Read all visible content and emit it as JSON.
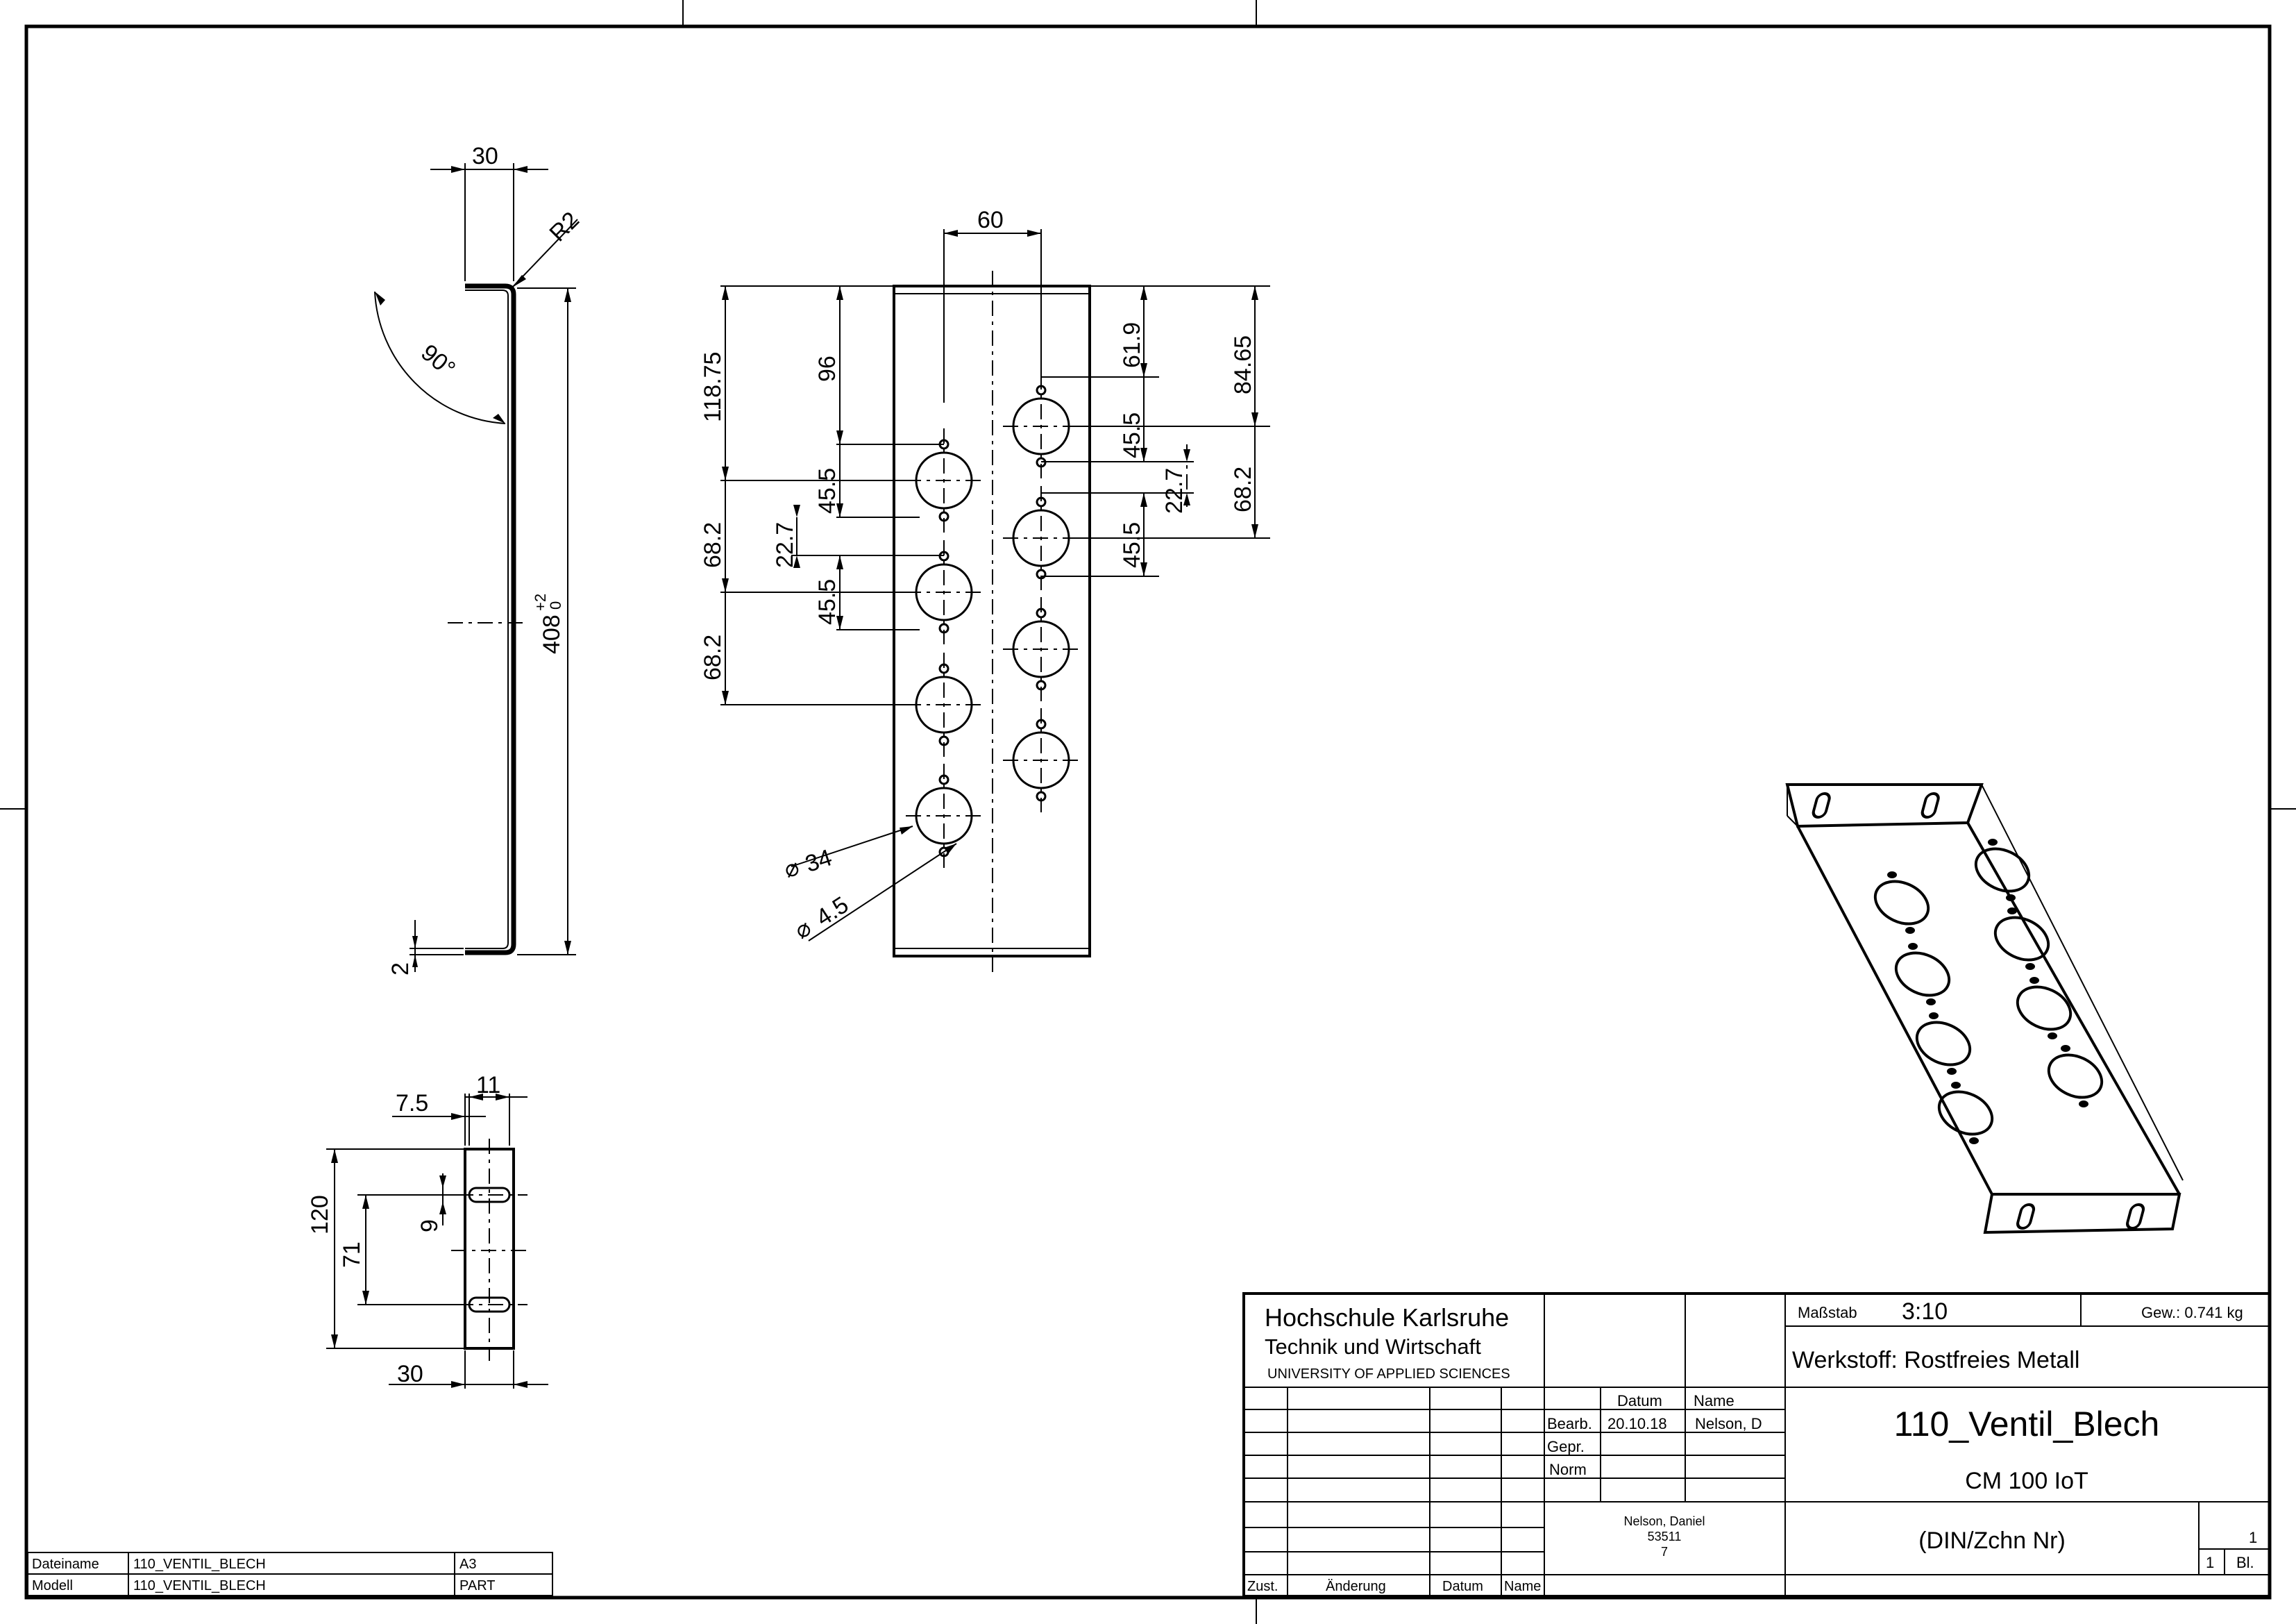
{
  "dimensions": {
    "side_top_width": "30",
    "side_radius": "R2",
    "side_angle": "90°",
    "side_height": "408",
    "side_height_tol_upper": "+2",
    "side_height_tol_lower": "0",
    "side_thickness": "2",
    "front_hole_spacing_x": "60",
    "front_left_first": "118.75",
    "front_left_96": "96",
    "front_left_45_a": "45.5",
    "front_left_68_a": "68.2",
    "front_left_22": "22.7",
    "front_left_45_b": "45.5",
    "front_left_68_b": "68.2",
    "front_right_61": "61.9",
    "front_right_84": "84.65",
    "front_right_45_a": "45.5",
    "front_right_22": "22.7",
    "front_right_68": "68.2",
    "front_right_45_b": "45.5",
    "hole_diameter": "34",
    "small_hole_diameter": "4.5",
    "end_slot_offset": "7.5",
    "end_slot_width": "11",
    "end_height": "120",
    "end_slot_length": "9",
    "end_slot_spacing": "71",
    "end_width": "30"
  },
  "file_info": {
    "dateiname_label": "Dateiname",
    "dateiname_value": "110_VENTIL_BLECH",
    "format": "A3",
    "modell_label": "Modell",
    "modell_value": "110_VENTIL_BLECH",
    "type": "PART"
  },
  "title_block": {
    "school_line1": "Hochschule Karlsruhe",
    "school_line2": "Technik und Wirtschaft",
    "school_line3": "UNIVERSITY OF APPLIED SCIENCES",
    "scale_label": "Maßstab",
    "scale_value": "3:10",
    "weight": "Gew.: 0.741 kg",
    "material": "Werkstoff: Rostfreies Metall",
    "col_datum": "Datum",
    "col_name": "Name",
    "row_bearb": "Bearb.",
    "bearb_date": "20.10.18",
    "bearb_name": "Nelson, D",
    "row_gepr": "Gepr.",
    "row_norm": "Norm",
    "author_name": "Nelson, Daniel",
    "author_id": "53511",
    "author_num": "7",
    "title": "110_Ventil_Blech",
    "subtitle": "CM 100 IoT",
    "drawing_no": "(DIN/Zchn Nr)",
    "sheet_no": "1",
    "sheet_count": "1",
    "sheet_label": "Bl.",
    "rev_zust": "Zust.",
    "rev_aenderung": "Änderung",
    "rev_datum": "Datum",
    "rev_name": "Name"
  }
}
